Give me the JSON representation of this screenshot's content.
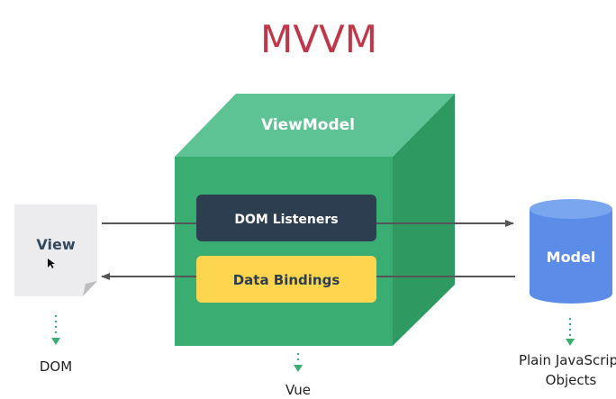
{
  "title": "MVVM",
  "viewmodel": {
    "label": "ViewModel",
    "framework_label": "Vue"
  },
  "dom_listeners": {
    "label": "DOM Listeners"
  },
  "data_bindings": {
    "label": "Data Bindings"
  },
  "view": {
    "label": "View",
    "caption": "DOM"
  },
  "model": {
    "label": "Model",
    "caption_line1": "Plain JavaScript",
    "caption_line2": "Objects"
  },
  "colors": {
    "title": "#c0374a",
    "cube_front": "#3aae72",
    "cube_top": "#5dc394",
    "cube_side": "#2e9a62",
    "dom_listeners": "#2c3e50",
    "data_bindings": "#fdd54e",
    "model": "#5b8de8",
    "view": "#ececef",
    "arrow": "#555555",
    "dotted_arrow": "#3aae72"
  }
}
